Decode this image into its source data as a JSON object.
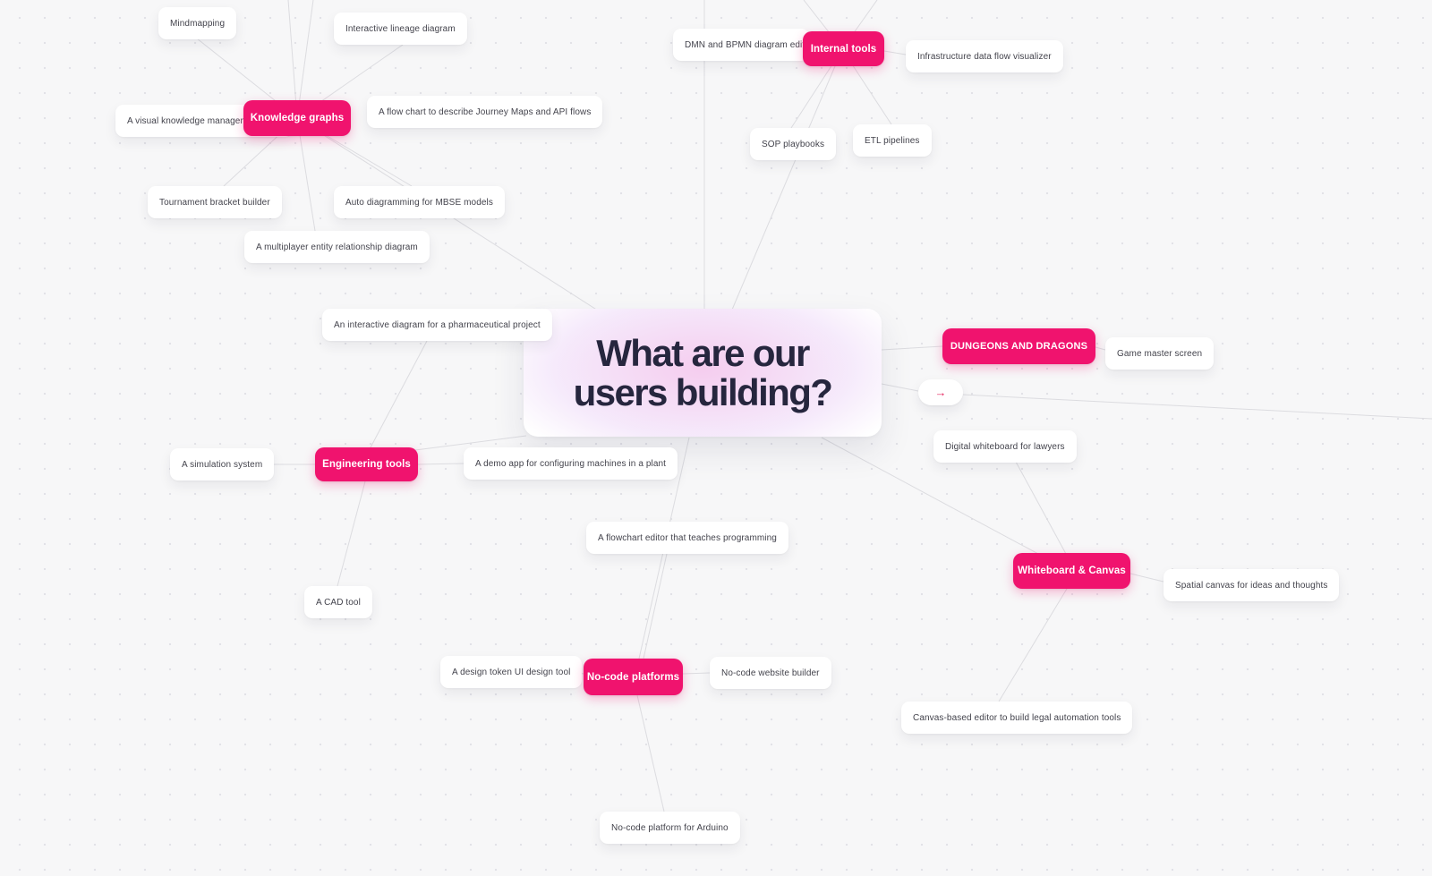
{
  "central": {
    "title_line1": "What are our",
    "title_line2": "users building?"
  },
  "nodes": [
    {
      "label": "Knowledge graphs"
    },
    {
      "label": "Internal tools"
    },
    {
      "label": "Engineering tools"
    },
    {
      "label": "No-code platforms"
    },
    {
      "label": "DUNGEONS AND DRAGONS"
    },
    {
      "label": "Whiteboard & Canvas"
    }
  ],
  "cards": [
    {
      "label": "Mindmapping"
    },
    {
      "label": "Interactive lineage diagram"
    },
    {
      "label": "A visual knowledge managemen"
    },
    {
      "label": "A flow chart to describe Journey Maps and API flows"
    },
    {
      "label": "Tournament bracket builder"
    },
    {
      "label": "Auto diagramming for MBSE models"
    },
    {
      "label": "A multiplayer entity relationship diagram"
    },
    {
      "label": "An interactive diagram for a pharmaceutical project"
    },
    {
      "label": "DMN and BPMN diagram edit"
    },
    {
      "label": "Infrastructure data flow visualizer"
    },
    {
      "label": "SOP playbooks"
    },
    {
      "label": "ETL pipelines"
    },
    {
      "label": "Game master screen"
    },
    {
      "label": "Digital whiteboard for lawyers"
    },
    {
      "label": "A demo app for configuring machines in a plant"
    },
    {
      "label": "A simulation system"
    },
    {
      "label": "A flowchart editor that teaches programming"
    },
    {
      "label": "A CAD tool"
    },
    {
      "label": "A design token UI design tool"
    },
    {
      "label": "No-code website builder"
    },
    {
      "label": "Spatial canvas for ideas and thoughts"
    },
    {
      "label": "Canvas-based editor to build legal automation tools"
    },
    {
      "label": "No-code platform for Arduino"
    }
  ],
  "icons": {
    "arrow_right": "→"
  },
  "colors": {
    "node_pink": "#f0136e",
    "title_navy": "#26263e",
    "connector_gray": "#dcdce0",
    "background": "#f7f7f8",
    "card_text": "#43434c",
    "arrow_pink": "#e5245e"
  }
}
